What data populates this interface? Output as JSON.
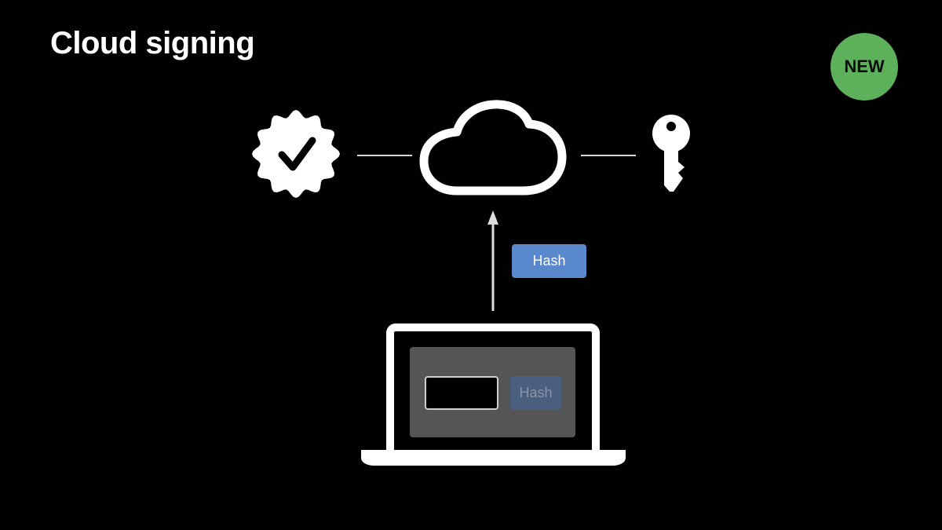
{
  "title": "Cloud signing",
  "badge": {
    "label": "NEW",
    "color": "#5db15a"
  },
  "diagram": {
    "nodes": {
      "certificate": {
        "icon": "verified-badge-icon"
      },
      "cloud": {
        "icon": "cloud-icon"
      },
      "key": {
        "icon": "key-icon"
      },
      "computer": {
        "icon": "laptop-icon"
      }
    },
    "upload_label": "Hash",
    "upload_label_color": "#5a88cc",
    "laptop": {
      "button_label": "Hash",
      "button_color": "#4a5f80"
    }
  }
}
